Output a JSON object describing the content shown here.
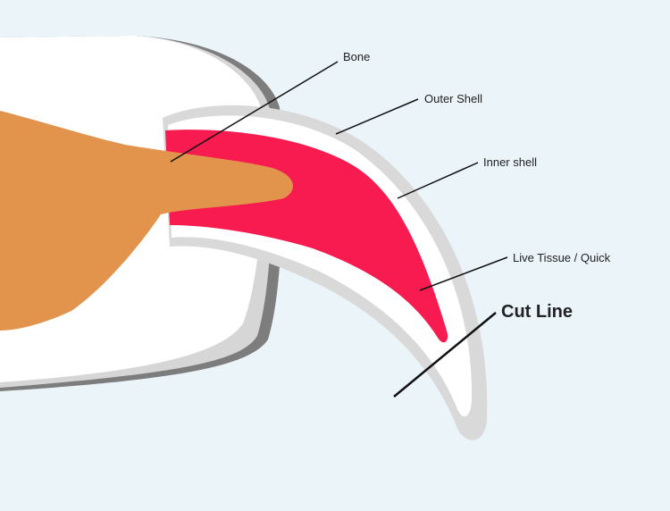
{
  "colors": {
    "background": "#ebf4f9",
    "toe": "#ffffff",
    "toe_shadow_dark": "#7d7d7d",
    "toe_shadow_light": "#d6d6d6",
    "outer_shell": "#d9d9d9",
    "inner_shell": "#ffffff",
    "bone": "#e3944c",
    "quick": "#f81b50",
    "leader_line": "#111111"
  },
  "labels": {
    "bone": "Bone",
    "outer_shell": "Outer Shell",
    "inner_shell": "Inner shell",
    "quick": "Live Tissue / Quick",
    "cut_line": "Cut Line"
  }
}
